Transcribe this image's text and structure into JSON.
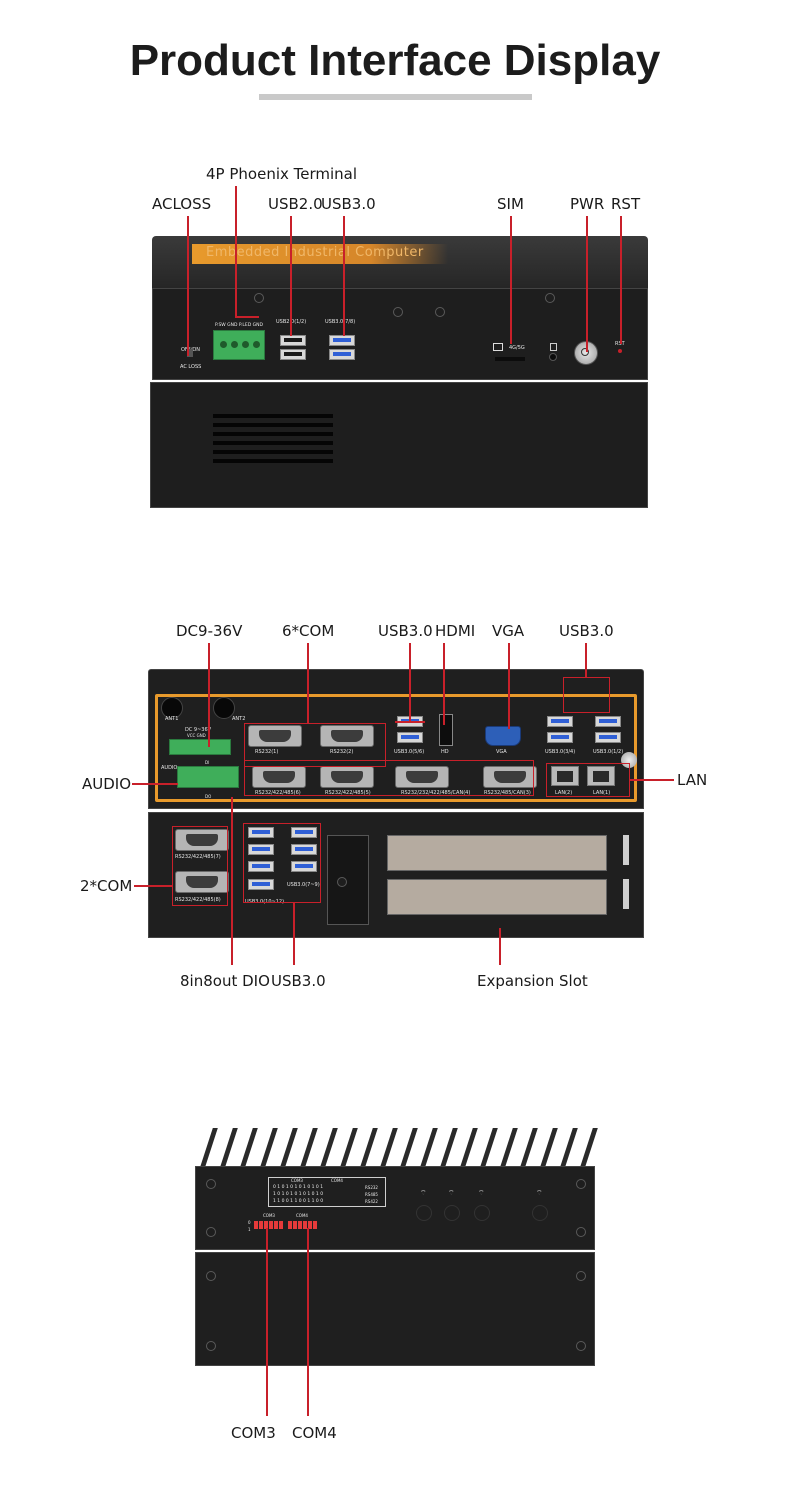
{
  "page": {
    "title": "Product Interface Display"
  },
  "front_view": {
    "labels": {
      "phoenix": "4P Phoenix Terminal",
      "acloss": "ACLOSS",
      "usb20": "USB2.0",
      "usb30": "USB3.0",
      "sim": "SIM",
      "pwr": "PWR",
      "rst": "RST"
    },
    "silkscreen": {
      "brand": "Embedded Industrial Computer",
      "phoenix_pins": "P.SW GND P.LED GND",
      "usb20_ports": "USB2.0(1/2)",
      "usb30_ports": "USB3.0(7/8)",
      "sim_slot": "4G/5G",
      "acloss_switch": "OFF/ON",
      "acloss_label": "AC LOSS",
      "rst_label": "RST"
    }
  },
  "rear_view": {
    "labels": {
      "dc": "DC9-36V",
      "com6": "6*COM",
      "usb30_a": "USB3.0",
      "hdmi": "HDMI",
      "vga": "VGA",
      "usb30_b": "USB3.0",
      "audio": "AUDIO",
      "lan": "LAN",
      "com2": "2*COM",
      "dio": "8in8out DIO",
      "usb30_c": "USB3.0",
      "expansion": "Expansion Slot"
    },
    "silkscreen": {
      "ant1": "ANT1",
      "ant2": "ANT2",
      "dc_in": "DC 9~36V",
      "dc_pins": "VCC  GND",
      "audio": "AUDIO",
      "di": "DI",
      "do": "DO",
      "rs232_1": "RS232(1)",
      "rs232_2": "RS232(2)",
      "usb_56": "USB3.0(5/6)",
      "hd": "HD",
      "vga": "VGA",
      "usb_34": "USB3.0(3/4)",
      "usb_12": "USB3.0(1/2)",
      "com6": "RS232/422/485(6)",
      "com5": "RS232/422/485(5)",
      "com4": "RS232/232/422/485/CAN(4)",
      "com3": "RS232/485/CAN(3)",
      "lan2": "LAN(2)",
      "lan1": "LAN(1)",
      "com7": "RS232/422/485(7)",
      "com8": "RS232/422/485(8)",
      "usb_79": "USB3.0(7~9)",
      "usb_1012": "USB3.0(10~12)"
    }
  },
  "bottom_view": {
    "labels": {
      "com3": "COM3",
      "com4": "COM4"
    },
    "silkscreen": {
      "table_com3": "COM3",
      "table_com4": "COM4",
      "rs232": "RS232",
      "rs485": "RS485",
      "rs422": "RS422",
      "row1": "0 1 0 1 0 1 0 1 0 1 0 1",
      "row2": "1 0 1 0 1 0 1 0 1 0 1 0",
      "row3": "1 1 0 0 1 1 0 0 1 1 0 0",
      "dip_com3": "COM3",
      "dip_com4": "COM4",
      "dip_0": "0",
      "dip_1": "1"
    }
  },
  "colors": {
    "accent_red": "#c8202a",
    "chassis": "#1f1f1f",
    "orange_trim": "#e89a2c",
    "terminal_green": "#3fae5a",
    "usb_blue": "#2f5fd6",
    "vga_blue": "#2d5fb8"
  }
}
